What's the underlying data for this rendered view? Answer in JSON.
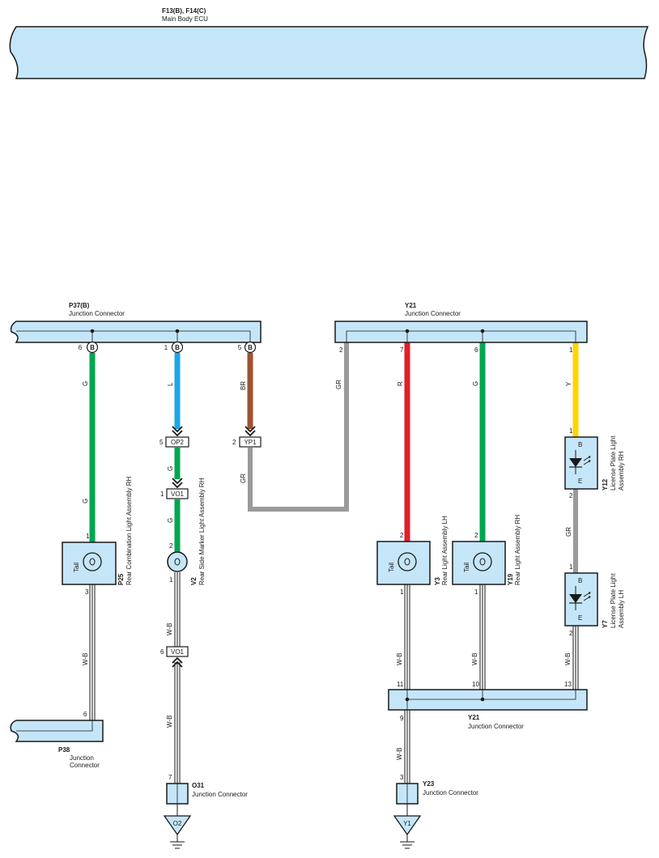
{
  "colors": {
    "connector_fill": "#c5e6f8",
    "wire_G": "#00a650",
    "wire_L": "#1ca7e6",
    "wire_BR": "#a0522d",
    "wire_GR": "#9a9a9a",
    "wire_R": "#e21e26",
    "wire_Y": "#ffd400",
    "wire_WB": "#1a1a1a"
  },
  "ecu": {
    "code": "F13(B), F14(C)",
    "name": "Main Body ECU"
  },
  "p37": {
    "code": "P37(B)",
    "name": "Junction Connector",
    "pin_tag": "B",
    "pins": [
      "6",
      "1",
      "5"
    ]
  },
  "y21_top": {
    "code": "Y21",
    "name": "Junction Connector",
    "pins": [
      "2",
      "7",
      "6",
      "1"
    ]
  },
  "y21_bottom": {
    "code": "Y21",
    "name": "Junction Connector",
    "pins": [
      "11",
      "10",
      "13",
      "9"
    ]
  },
  "p25": {
    "code": "P25",
    "name": "Rear Combination Light Assembly RH",
    "label": "Tail",
    "pin_in": "1",
    "pin_out": "3"
  },
  "v2": {
    "code": "V2",
    "name": "Rear Side Marker Light Assembly RH",
    "pin_in": "2",
    "pin_out": "1"
  },
  "y3": {
    "code": "Y3",
    "name": "Rear Light Assembly LH",
    "label": "Tail",
    "pin_in": "2",
    "pin_out": "1"
  },
  "y19": {
    "code": "Y19",
    "name": "Rear Light Assembly RH",
    "label": "Tail",
    "pin_in": "2",
    "pin_out": "1"
  },
  "y12": {
    "code": "Y12",
    "name_line1": "License Plate Light",
    "name_line2": "Assembly RH",
    "top": "B",
    "bottom": "E",
    "pin_in": "1",
    "pin_out": "2"
  },
  "y7": {
    "code": "Y7",
    "name_line1": "License Plate Light",
    "name_line2": "Assembly LH",
    "top": "B",
    "bottom": "E",
    "pin_in": "1",
    "pin_out": "2"
  },
  "op2": {
    "code": "OP2",
    "pin": "5"
  },
  "vo1_a": {
    "code": "VO1",
    "pin": "1"
  },
  "vo1_b": {
    "code": "VO1",
    "pin": "6"
  },
  "yp1": {
    "code": "YP1",
    "pin": "2"
  },
  "p38": {
    "code": "P38",
    "name_line1": "Junction",
    "name_line2": "Connector",
    "pin": "6"
  },
  "o31": {
    "code": "O31",
    "name": "Junction Connector",
    "pin": "7"
  },
  "y23": {
    "code": "Y23",
    "name": "Junction Connector",
    "pin": "3"
  },
  "ground_o2": "O2",
  "ground_y1": "Y1",
  "wire_labels": {
    "g": "G",
    "l": "L",
    "br": "BR",
    "gr": "GR",
    "r": "R",
    "y": "Y",
    "wb": "W-B"
  }
}
